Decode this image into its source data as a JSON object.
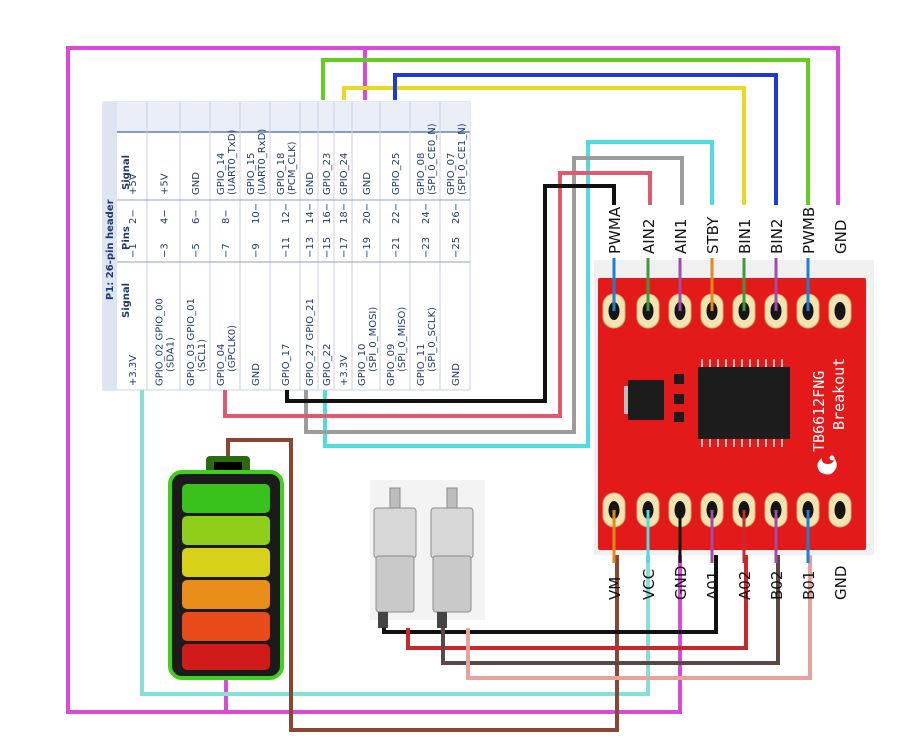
{
  "header": {
    "title": "P1: 26-pin header",
    "col_signal_left": "Signal",
    "col_pins": "Pins",
    "col_signal_right": "Signal",
    "rows": [
      {
        "left": "+3.3V",
        "left_sub": "",
        "pin_odd": "1",
        "pin_even": "2",
        "right": "+5V",
        "right_sub": ""
      },
      {
        "left": "GPIO_02 GPIO_00",
        "left_sub": "(SDA1)",
        "pin_odd": "3",
        "pin_even": "4",
        "right": "+5V",
        "right_sub": ""
      },
      {
        "left": "GPIO_03 GPIO_01",
        "left_sub": "(SCL1)",
        "pin_odd": "5",
        "pin_even": "6",
        "right": "GND",
        "right_sub": ""
      },
      {
        "left": "GPIO_04",
        "left_sub": "(GPCLK0)",
        "pin_odd": "7",
        "pin_even": "8",
        "right": "GPIO_14",
        "right_sub": "(UART0_TxD)"
      },
      {
        "left": "GND",
        "left_sub": "",
        "pin_odd": "9",
        "pin_even": "10",
        "right": "GPIO_15",
        "right_sub": "(UART0_RxD)"
      },
      {
        "left": "GPIO_17",
        "left_sub": "",
        "pin_odd": "11",
        "pin_even": "12",
        "right": "GPIO_18",
        "right_sub": "(PCM_CLK)"
      },
      {
        "left": "GPIO_27 GPIO_21",
        "left_sub": "",
        "pin_odd": "13",
        "pin_even": "14",
        "right": "GND",
        "right_sub": ""
      },
      {
        "left": "GPIO_22",
        "left_sub": "",
        "pin_odd": "15",
        "pin_even": "16",
        "right": "GPIO_23",
        "right_sub": ""
      },
      {
        "left": "+3.3V",
        "left_sub": "",
        "pin_odd": "17",
        "pin_even": "18",
        "right": "GPIO_24",
        "right_sub": ""
      },
      {
        "left": "GPIO_10",
        "left_sub": "(SPI_0_MOSI)",
        "pin_odd": "19",
        "pin_even": "20",
        "right": "GND",
        "right_sub": ""
      },
      {
        "left": "GPIO_09",
        "left_sub": "(SPI_0_MISO)",
        "pin_odd": "21",
        "pin_even": "22",
        "right": "GPIO_25",
        "right_sub": ""
      },
      {
        "left": "GPIO_11",
        "left_sub": "(SPI_0_SCLK)",
        "pin_odd": "23",
        "pin_even": "24",
        "right": "GPIO_08",
        "right_sub": "(SPI_0_CE0_N)"
      },
      {
        "left": "GND",
        "left_sub": "",
        "pin_odd": "25",
        "pin_even": "26",
        "right": "GPIO_07",
        "right_sub": "(SPI_0_CE1_N)"
      }
    ]
  },
  "driver": {
    "name": "TB6612FNG",
    "subtitle": "Breakout",
    "top_pins": [
      "PWMA",
      "AIN2",
      "AIN1",
      "STBY",
      "BIN1",
      "BIN2",
      "PWMB",
      "GND"
    ],
    "bottom_pins": [
      "VM",
      "VCC",
      "GND",
      "A01",
      "A02",
      "B02",
      "B01",
      "GND"
    ]
  },
  "colors": {
    "magenta": "#d94ad6",
    "green": "#66cc1f",
    "yellow": "#e6da22",
    "blue": "#1e3ad1",
    "cyan": "#4fdcdc",
    "gray": "#9c9c9c",
    "pink": "#e05a6d",
    "black": "#111111",
    "brown": "#8b4533",
    "red": "#c8282a",
    "salmon": "#e8a29b",
    "board": "#e41a1a"
  },
  "icons": [
    "battery-icon",
    "gear-motor-icon",
    "sparkfun-flame-icon"
  ]
}
